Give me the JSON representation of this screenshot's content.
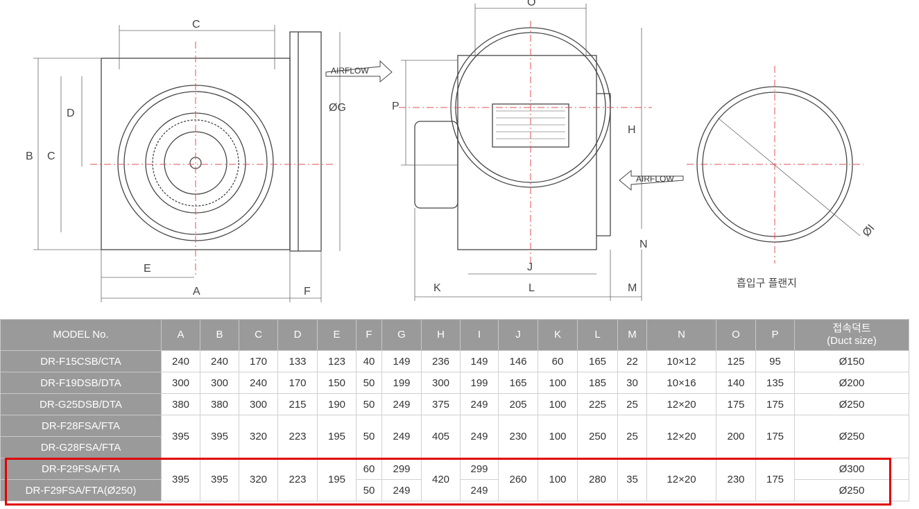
{
  "drawing": {
    "front": {
      "c_top": "C",
      "b": "B",
      "c_left": "C",
      "d": "D",
      "e": "E",
      "a": "A",
      "f": "F",
      "g": "ØG",
      "airflow": "AIRFLOW"
    },
    "side": {
      "o": "O",
      "p": "P",
      "h": "H",
      "j": "J",
      "k": "K",
      "l": "L",
      "m": "M",
      "n": "N",
      "airflow": "AIRFLOW"
    },
    "flange": {
      "i": "ØI",
      "caption": "흡입구 플랜지"
    }
  },
  "table": {
    "headers": [
      "MODEL No.",
      "A",
      "B",
      "C",
      "D",
      "E",
      "F",
      "G",
      "H",
      "I",
      "J",
      "K",
      "L",
      "M",
      "N",
      "O",
      "P",
      "접속덕트\n(Duct size)"
    ],
    "groups": [
      {
        "models": [
          "DR-F15CSB/CTA"
        ],
        "values": [
          "240",
          "240",
          "170",
          "133",
          "123",
          "40",
          "149",
          "236",
          "149",
          "146",
          "60",
          "165",
          "22",
          "10×12",
          "125",
          "95",
          "Ø150"
        ]
      },
      {
        "models": [
          "DR-F19DSB/DTA"
        ],
        "values": [
          "300",
          "300",
          "240",
          "170",
          "150",
          "50",
          "199",
          "300",
          "199",
          "165",
          "100",
          "185",
          "30",
          "10×16",
          "140",
          "135",
          "Ø200"
        ]
      },
      {
        "models": [
          "DR-G25DSB/DTA"
        ],
        "values": [
          "380",
          "380",
          "300",
          "215",
          "190",
          "50",
          "249",
          "375",
          "249",
          "205",
          "100",
          "225",
          "25",
          "12×20",
          "175",
          "175",
          "Ø250"
        ]
      },
      {
        "models": [
          "DR-F28FSA/FTA",
          "DR-G28FSA/FTA"
        ],
        "values": [
          "395",
          "395",
          "320",
          "223",
          "195",
          "50",
          "249",
          "405",
          "249",
          "230",
          "100",
          "250",
          "25",
          "12×20",
          "200",
          "175",
          "Ø250"
        ]
      },
      {
        "models": [
          "DR-F29FSA/FTA",
          "DR-F29FSA/FTA(Ø250)"
        ],
        "highlighted": true,
        "values": [
          "395",
          "395",
          "320",
          "223",
          "195",
          [
            "60",
            "50"
          ],
          [
            "299",
            "249"
          ],
          "420",
          [
            "299",
            "249"
          ],
          "260",
          "100",
          "280",
          "35",
          "12×20",
          "230",
          "175",
          [
            "Ø300",
            "Ø250"
          ]
        ]
      }
    ]
  },
  "colors": {
    "header_bg": "#9a9a9a",
    "highlight": "#e00000",
    "line": "#555555",
    "centerline": "#e05050"
  }
}
